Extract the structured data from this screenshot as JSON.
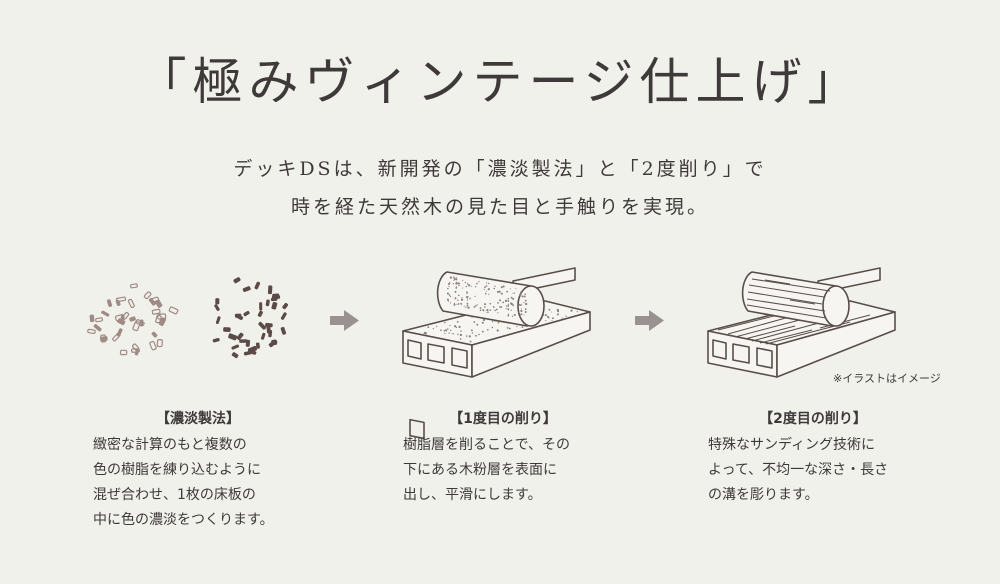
{
  "title": "「極みヴィンテージ仕上げ」",
  "subtitle": {
    "line1": "デッキDSは、新開発の「濃淡製法」と「2度削り」で",
    "line2": "時を経た天然木の見た目と手触りを実現。"
  },
  "note": "※イラストはイメージ",
  "steps": [
    {
      "heading": "【濃淡製法】",
      "body": "緻密な計算のもと複数の\n色の樹脂を練り込むように\n混ぜ合わせ、1枚の床板の\n中に色の濃淡をつくります。"
    },
    {
      "heading": "【1度目の削り】",
      "body": "樹脂層を削ることで、その\n下にある木粉層を表面に\n出し、平滑にします。"
    },
    {
      "heading": "【2度目の削り】",
      "body": "特殊なサンディング技術に\nよって、不均一な深さ・長さ\nの溝を彫ります。"
    }
  ],
  "icons": [
    "light-granules-icon",
    "dark-granules-icon",
    "arrow-right-icon",
    "deck-board-roller-icon",
    "arrow-right-icon",
    "deck-board-grooved-roller-icon"
  ],
  "colors": {
    "background": "#f1f1ec",
    "text": "#3e3a39",
    "light_granule": "#a08a84",
    "dark_granule": "#5b4a45",
    "arrow": "#9a9290"
  }
}
